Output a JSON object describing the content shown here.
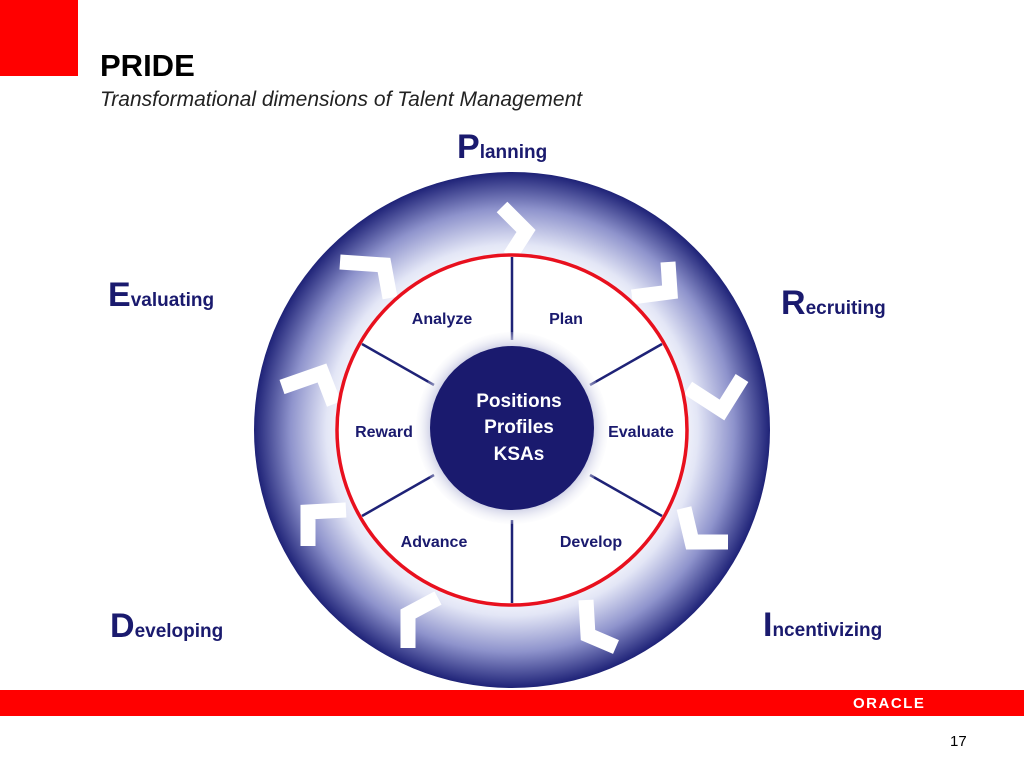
{
  "slide": {
    "title": "PRIDE",
    "subtitle": "Transformational dimensions of Talent Management",
    "page_number": "17",
    "logo_text": "ORACLE"
  },
  "dimensions": {
    "planning": {
      "initial": "P",
      "rest": "lanning"
    },
    "recruiting": {
      "initial": "R",
      "rest": "ecruiting"
    },
    "incentivizing": {
      "initial": "I",
      "rest": "ncentivizing"
    },
    "developing": {
      "initial": "D",
      "rest": "eveloping"
    },
    "evaluating": {
      "initial": "E",
      "rest": "valuating"
    }
  },
  "wheel": {
    "segments": [
      "Analyze",
      "Plan",
      "Evaluate",
      "Develop",
      "Advance",
      "Reward"
    ],
    "center_lines": [
      "Positions",
      "Profiles",
      "KSAs"
    ]
  },
  "colors": {
    "accent_red": "#ff0000",
    "navy": "#1a1a6e",
    "ring_light": "#e9ecf8",
    "ring_dark": "#1e2277"
  }
}
